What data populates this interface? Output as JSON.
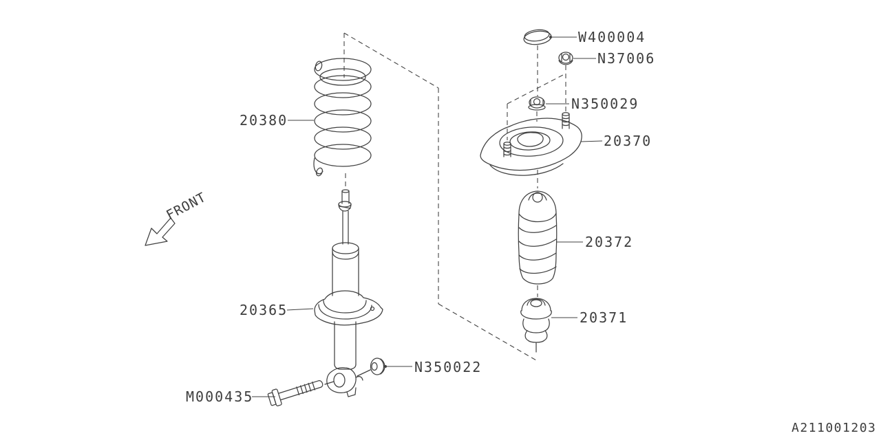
{
  "labels": {
    "coil_spring": "20380",
    "shock_absorber": "20365",
    "cap": "W400004",
    "upper_nut": "N37006",
    "mount_nut": "N350029",
    "mount": "20370",
    "dust_cover": "20372",
    "helper_rubber": "20371",
    "lower_nut": "N350022",
    "bolt": "M000435"
  },
  "front": {
    "label": "FRONT"
  },
  "footer": {
    "drawing_number": "A211001203"
  },
  "colors": {
    "line": "#404040",
    "background": "#ffffff",
    "text": "#3d3d3d"
  }
}
